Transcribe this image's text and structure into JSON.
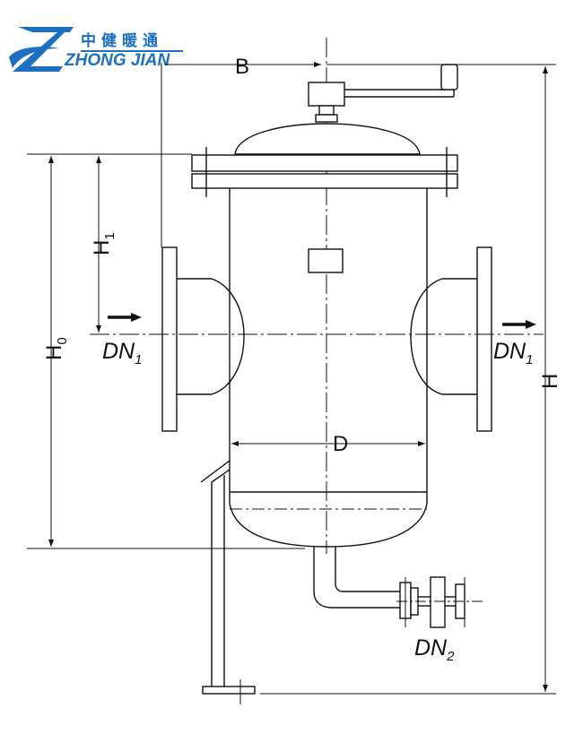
{
  "logo": {
    "chinese": "中健暖通",
    "english": "ZHONG JIAN",
    "brand_color": "#1d6fc2",
    "icon": "zj-swoosh-icon"
  },
  "labels": {
    "b": "B",
    "h": "H",
    "h0": "H",
    "h0_sub": "0",
    "h1": "H",
    "h1_sub": "1",
    "d": "D",
    "dn1_inlet": "DN",
    "dn1_inlet_sub": "1",
    "dn1_outlet": "DN",
    "dn1_outlet_sub": "1",
    "dn2": "DN",
    "dn2_sub": "2"
  },
  "colors": {
    "line": "#111111",
    "background": "#ffffff"
  }
}
